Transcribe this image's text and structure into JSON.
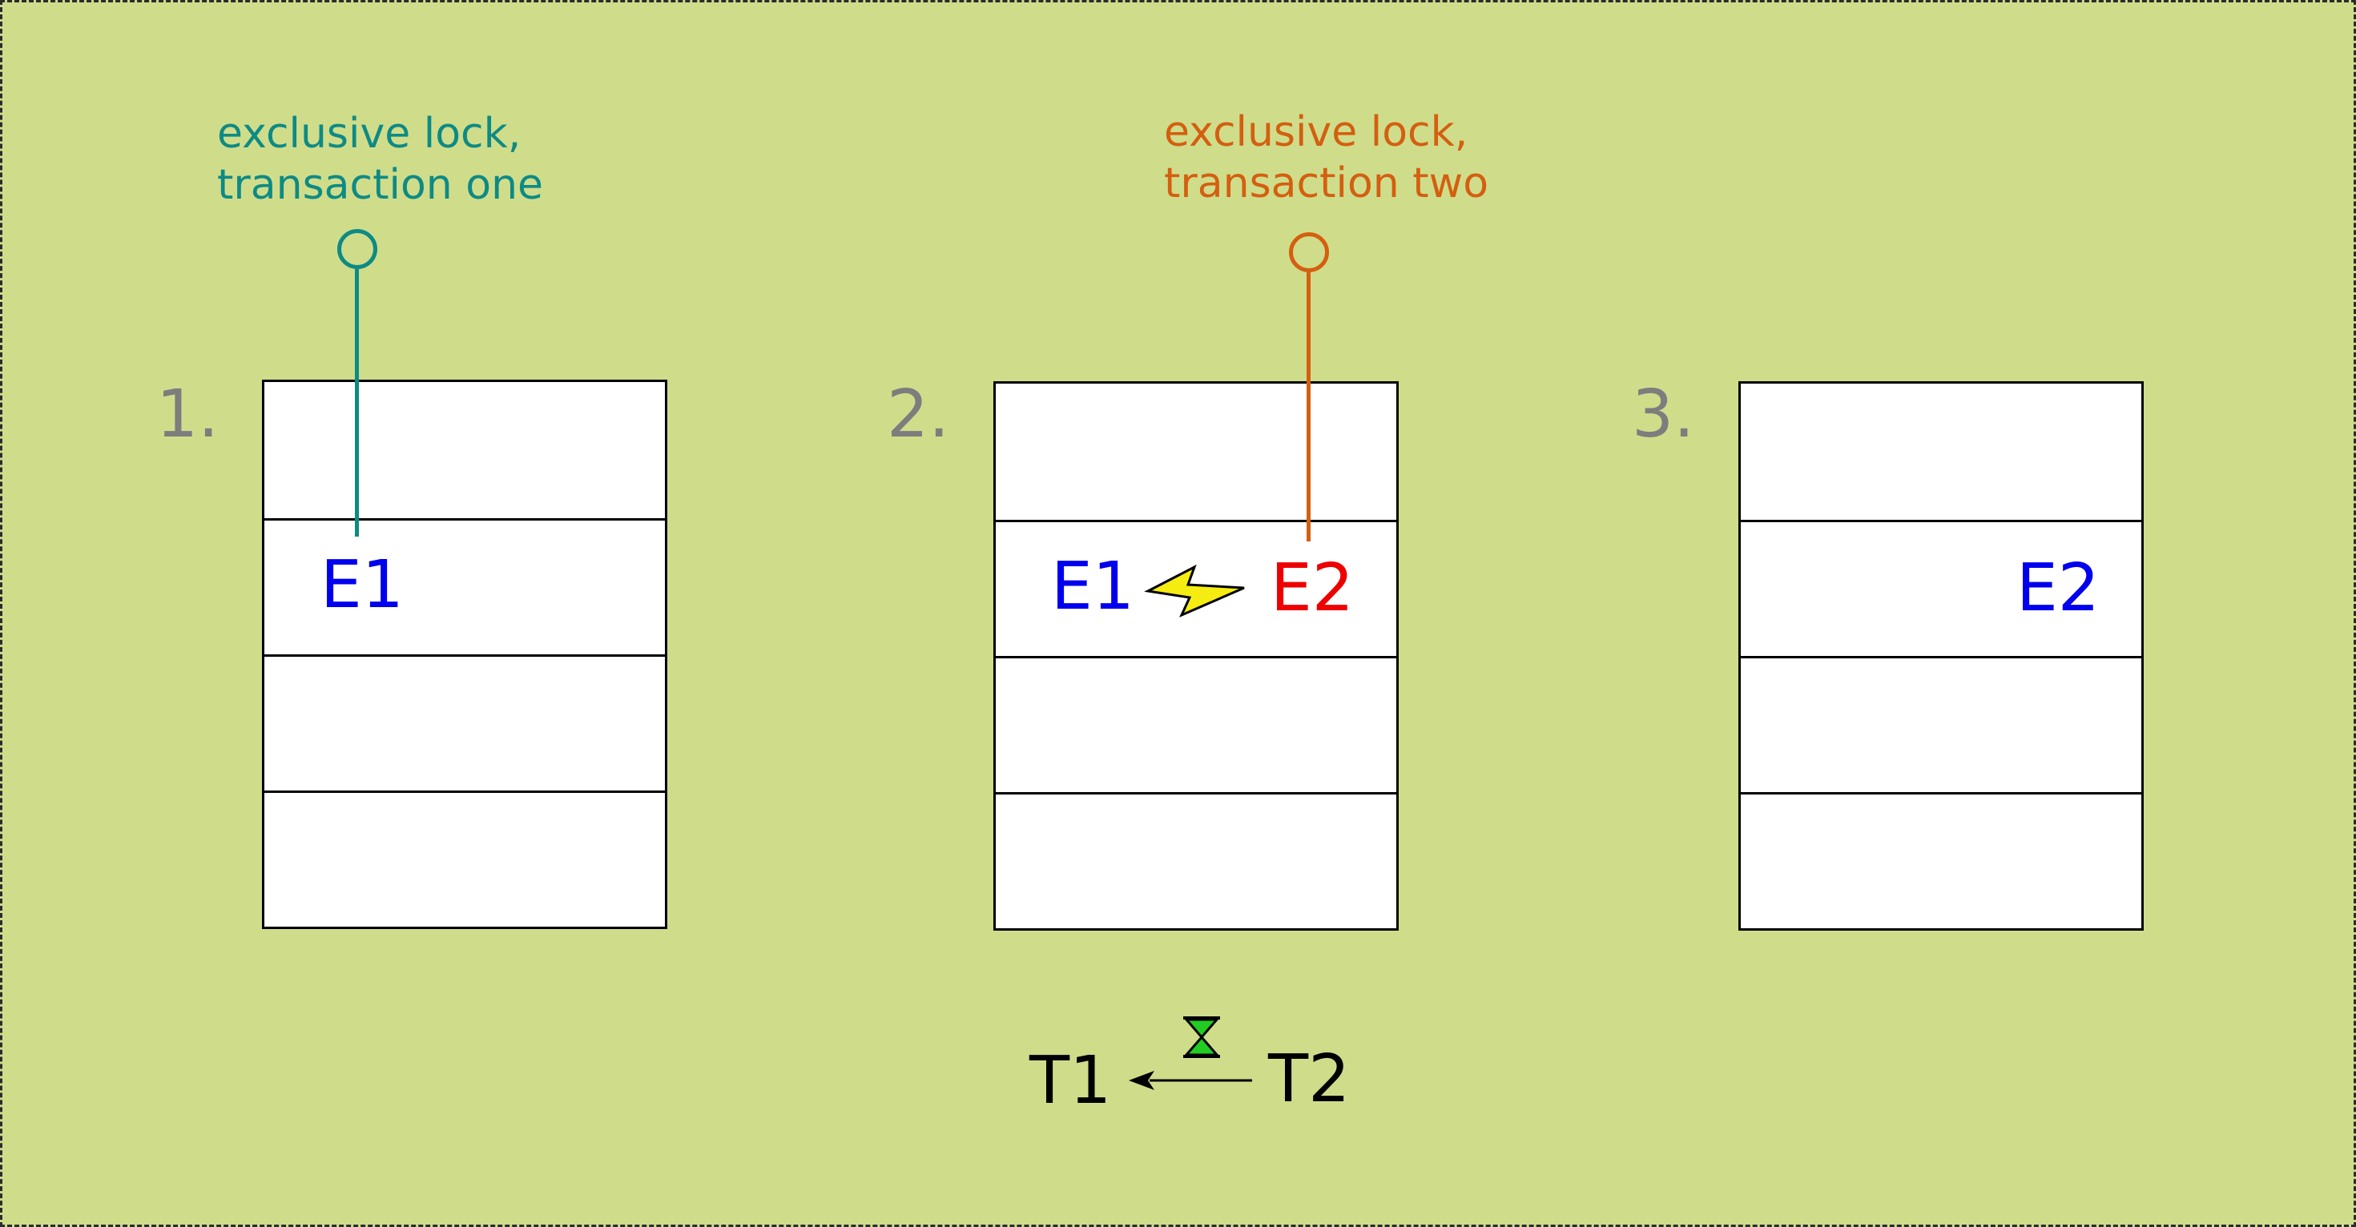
{
  "colors": {
    "background": "#cfdd8b",
    "lock_one": "#0e8a84",
    "lock_two": "#d45f10",
    "entry_blue": "#0000ee",
    "entry_red": "#ee0000",
    "step_gray": "#7d7d7d",
    "hourglass": "#22cc22"
  },
  "locks": {
    "one": {
      "line1": "exclusive lock,",
      "line2": "transaction one"
    },
    "two": {
      "line1": "exclusive lock,",
      "line2": "transaction two"
    }
  },
  "steps": [
    {
      "label": "1.",
      "entries": [
        "E1"
      ]
    },
    {
      "label": "2.",
      "entries": [
        "E1",
        "E2"
      ]
    },
    {
      "label": "3.",
      "entries": [
        "E2"
      ]
    }
  ],
  "transactions": {
    "left": "T1",
    "right": "T2"
  },
  "icons": {
    "conflict": "lightning-bolt-icon",
    "wait": "hourglass-icon",
    "arrow": "arrow-left-icon"
  }
}
